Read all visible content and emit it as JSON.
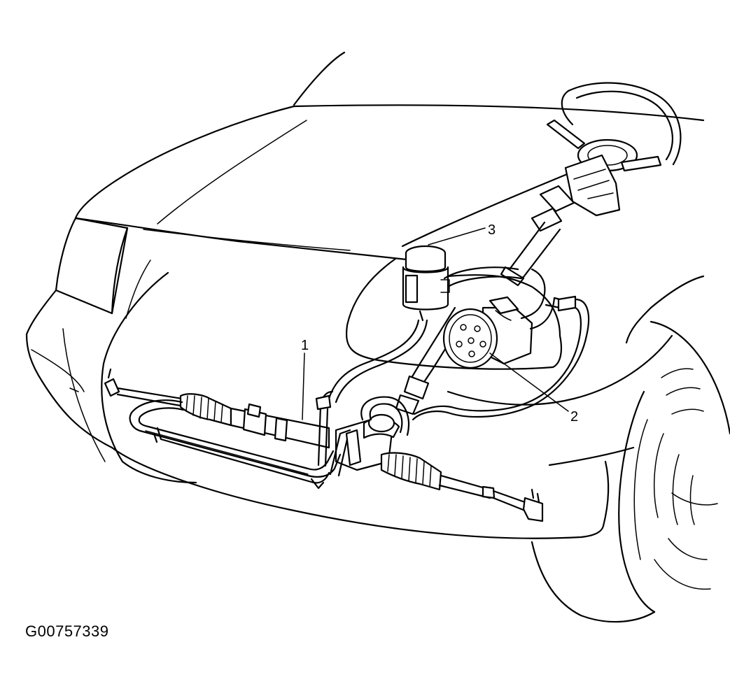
{
  "figure": {
    "callouts": [
      {
        "id": "1",
        "label": "1"
      },
      {
        "id": "2",
        "label": "2"
      },
      {
        "id": "3",
        "label": "3"
      }
    ],
    "figure_id": "G00757339"
  }
}
